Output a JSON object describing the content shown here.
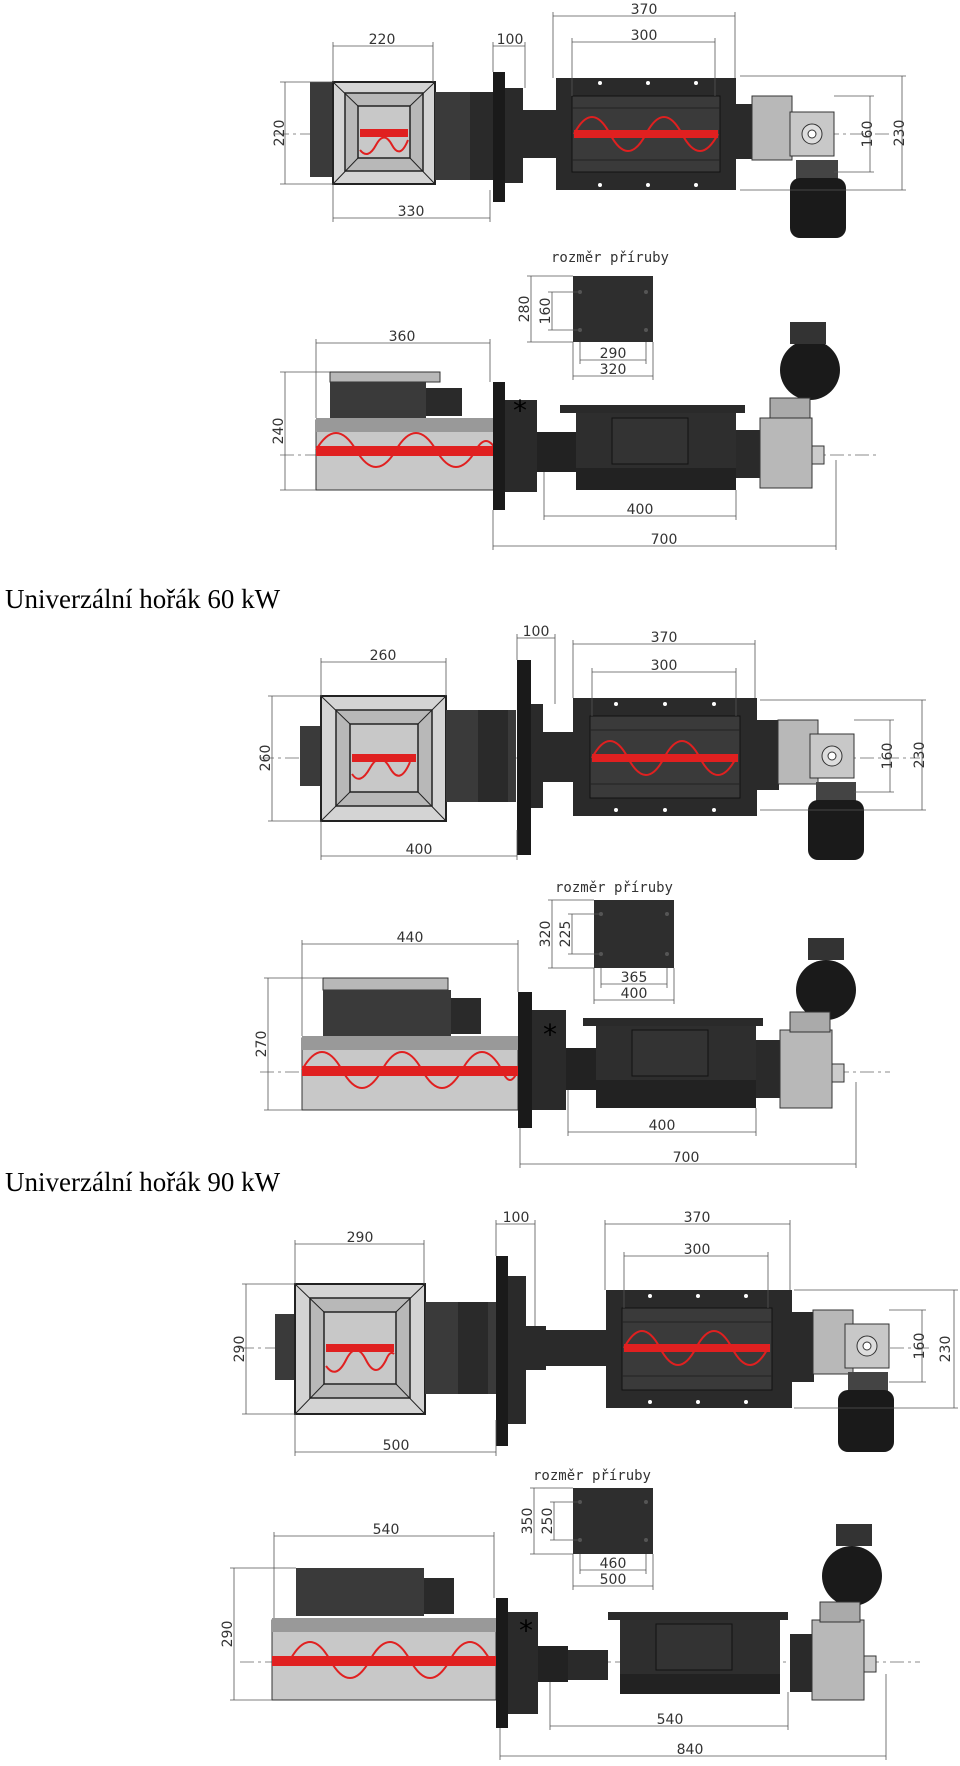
{
  "sections": [
    {
      "title": "",
      "top": {
        "hopper_w": "220",
        "hopper_h": "220",
        "total": "330",
        "flange": "100",
        "feeder_outer": "370",
        "feeder_inner": "300",
        "motor_h": "160",
        "motor_outer": "230"
      },
      "flange": {
        "label": "rozměr příruby",
        "h_outer": "280",
        "h_inner": "160",
        "w_inner": "290",
        "w_outer": "320"
      },
      "side": {
        "width": "360",
        "height": "240",
        "feeder": "400",
        "total": "700"
      }
    },
    {
      "title": "Univerzální hořák 60 kW",
      "top": {
        "hopper_w": "260",
        "hopper_h": "260",
        "total": "400",
        "flange": "100",
        "feeder_outer": "370",
        "feeder_inner": "300",
        "motor_h": "160",
        "motor_outer": "230"
      },
      "flange": {
        "label": "rozměr příruby",
        "h_outer": "320",
        "h_inner": "225",
        "w_inner": "365",
        "w_outer": "400"
      },
      "side": {
        "width": "440",
        "height": "270",
        "feeder": "400",
        "total": "700"
      }
    },
    {
      "title": "Univerzální hořák 90 kW",
      "top": {
        "hopper_w": "290",
        "hopper_h": "290",
        "total": "500",
        "flange": "100",
        "feeder_outer": "370",
        "feeder_inner": "300",
        "motor_h": "160",
        "motor_outer": "230"
      },
      "flange": {
        "label": "rozměr příruby",
        "h_outer": "350",
        "h_inner": "250",
        "w_inner": "460",
        "w_outer": "500"
      },
      "side": {
        "width": "540",
        "height": "290",
        "feeder": "540",
        "total": "840"
      }
    }
  ],
  "marker": "*",
  "colors": {
    "frame": "#2a2a2a",
    "dark": "#3a3a3a",
    "grey": "#b8b8b8",
    "light": "#d4d4d4",
    "auger": "#e02020"
  }
}
